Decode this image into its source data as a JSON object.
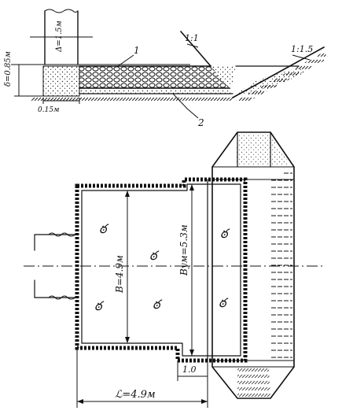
{
  "labels": {
    "depth_upper": "Δ=1.5м",
    "thickness": "δ=0.85м",
    "offset": "0.15м",
    "slope_left": "1:1",
    "slope_right": "1:1.5",
    "callout_1": "1",
    "callout_2": "2",
    "width_b": "B=4.9м",
    "width_bym": "Bум=5.3м",
    "length_l": "ℒ=4.9м",
    "dim_step": "1.0",
    "glyph": "ఠ"
  }
}
